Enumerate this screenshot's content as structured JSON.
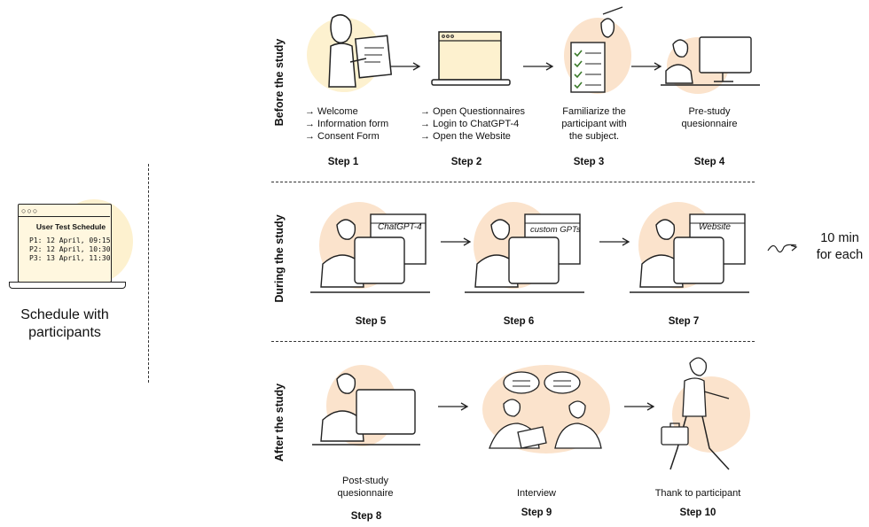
{
  "schedule": {
    "screen_title": "User Test Schedule",
    "rows": [
      "P1: 12 April, 09:15",
      "P2: 12 April, 10:30",
      "P3: 13 April, 11:30"
    ],
    "caption_line1": "Schedule with",
    "caption_line2": "participants"
  },
  "phases": {
    "before": "Before the study",
    "during": "During the study",
    "after": "After the study"
  },
  "steps": {
    "s1": {
      "label": "Step 1",
      "lines": [
        "→  Welcome",
        "→  Information form",
        "→  Consent Form"
      ]
    },
    "s2": {
      "label": "Step 2",
      "lines": [
        "→  Open Questionnaires",
        "→  Login to ChatGPT-4",
        "→  Open the Website"
      ]
    },
    "s3": {
      "label": "Step 3",
      "lines": [
        "Familiarize the",
        "participant with",
        "the subject."
      ]
    },
    "s4": {
      "label": "Step 4",
      "lines": [
        "Pre-study",
        "quesionnaire"
      ]
    },
    "s5": {
      "label": "Step 5",
      "screen": "ChatGPT-4"
    },
    "s6": {
      "label": "Step 6",
      "screen": "custom GPTs"
    },
    "s7": {
      "label": "Step 7",
      "screen": "Website"
    },
    "s8": {
      "label": "Step 8",
      "lines": [
        "Post-study",
        "quesionnaire"
      ]
    },
    "s9": {
      "label": "Step 9",
      "lines": [
        "Interview"
      ]
    },
    "s10": {
      "label": "Step 10",
      "lines": [
        "Thank to participant"
      ]
    }
  },
  "duration": {
    "line1": "10 min",
    "line2": "for each"
  },
  "colors": {
    "blob": "#fbe3cc",
    "blob_yellow": "#fdf1cf",
    "ink": "#222222",
    "check": "#3b7a2a"
  }
}
